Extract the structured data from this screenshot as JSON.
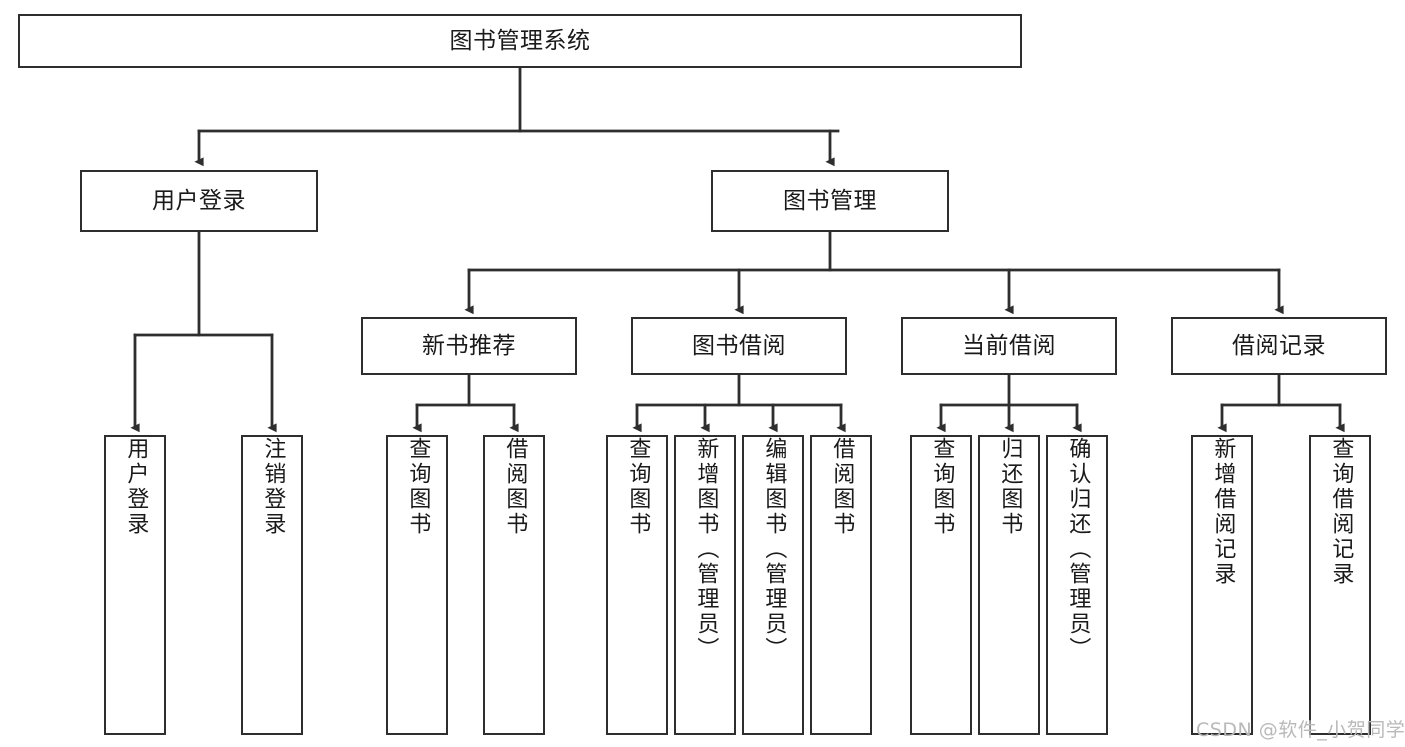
{
  "diagram": {
    "title": "图书管理系统",
    "type": "hierarchy-tree",
    "accent_color": "#2e2e2e",
    "background_color": "#ffffff",
    "watermark": "CSDN @软件_小贺同学"
  },
  "nodes": {
    "root": {
      "label": "图书管理系统",
      "level": 0
    },
    "level1": [
      {
        "id": "user-login",
        "label": "用户登录",
        "level": 1
      },
      {
        "id": "book-manage",
        "label": "图书管理",
        "level": 1
      }
    ],
    "level2": [
      {
        "id": "new-book-recommend",
        "label": "新书推荐",
        "level": 2,
        "parent": "book-manage"
      },
      {
        "id": "book-borrow",
        "label": "图书借阅",
        "level": 2,
        "parent": "book-manage"
      },
      {
        "id": "current-borrow",
        "label": "当前借阅",
        "level": 2,
        "parent": "book-manage"
      },
      {
        "id": "borrow-record",
        "label": "借阅记录",
        "level": 2,
        "parent": "book-manage"
      }
    ],
    "leaves": [
      {
        "id": "leaf-user-login",
        "label": "用户登录",
        "parent": "user-login"
      },
      {
        "id": "leaf-logout-login",
        "label": "注销登录",
        "parent": "user-login"
      },
      {
        "id": "leaf-query-book-1",
        "label": "查询图书",
        "parent": "new-book-recommend"
      },
      {
        "id": "leaf-borrow-book-1",
        "label": "借阅图书",
        "parent": "new-book-recommend"
      },
      {
        "id": "leaf-query-book-2",
        "label": "查询图书",
        "parent": "book-borrow"
      },
      {
        "id": "leaf-add-book",
        "label": "新增图书（管理员）",
        "parent": "book-borrow"
      },
      {
        "id": "leaf-edit-book",
        "label": "编辑图书（管理员）",
        "parent": "book-borrow"
      },
      {
        "id": "leaf-borrow-book-2",
        "label": "借阅图书",
        "parent": "book-borrow"
      },
      {
        "id": "leaf-query-book-3",
        "label": "查询图书",
        "parent": "current-borrow"
      },
      {
        "id": "leaf-return-book",
        "label": "归还图书",
        "parent": "current-borrow"
      },
      {
        "id": "leaf-confirm-return",
        "label": "确认归还（管理员）",
        "parent": "current-borrow"
      },
      {
        "id": "leaf-add-record",
        "label": "新增借阅记录",
        "parent": "borrow-record"
      },
      {
        "id": "leaf-query-record",
        "label": "查询借阅记录",
        "parent": "borrow-record"
      }
    ]
  }
}
